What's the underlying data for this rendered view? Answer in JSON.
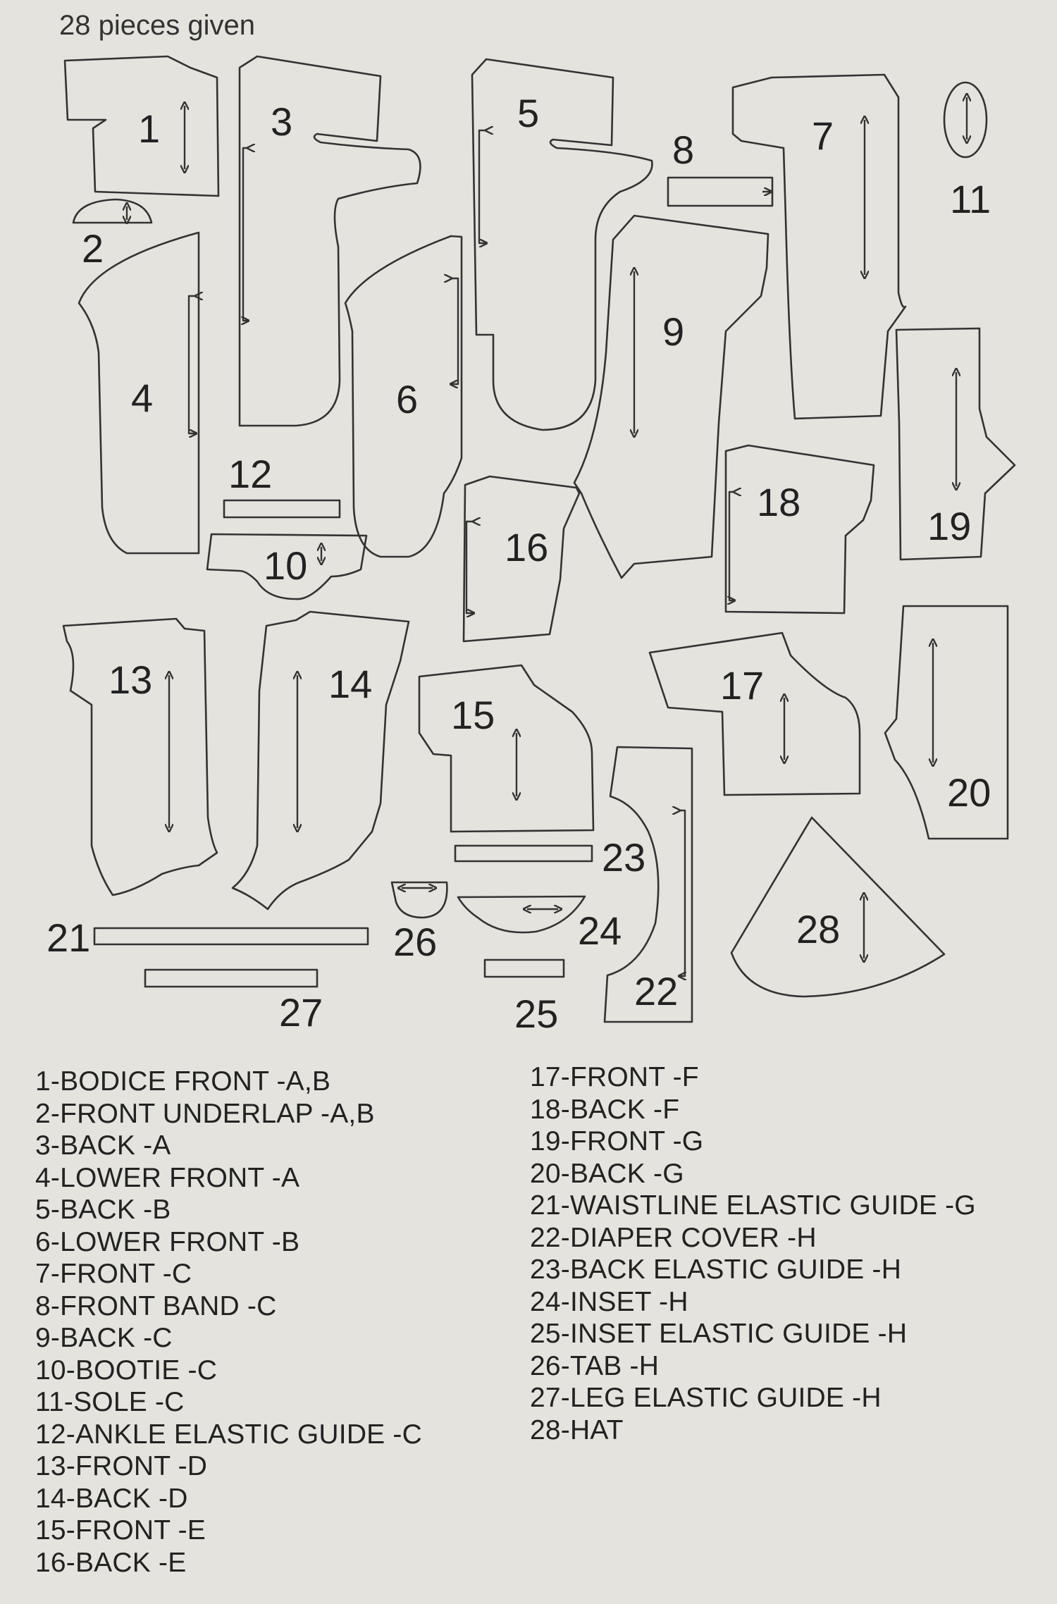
{
  "header": {
    "pieces_given": "28 pieces given"
  },
  "pieces": [
    {
      "id": "1",
      "label": "1"
    },
    {
      "id": "2",
      "label": "2"
    },
    {
      "id": "3",
      "label": "3"
    },
    {
      "id": "4",
      "label": "4"
    },
    {
      "id": "5",
      "label": "5"
    },
    {
      "id": "6",
      "label": "6"
    },
    {
      "id": "7",
      "label": "7"
    },
    {
      "id": "8",
      "label": "8"
    },
    {
      "id": "9",
      "label": "9"
    },
    {
      "id": "10",
      "label": "10"
    },
    {
      "id": "11",
      "label": "11"
    },
    {
      "id": "12",
      "label": "12"
    },
    {
      "id": "13",
      "label": "13"
    },
    {
      "id": "14",
      "label": "14"
    },
    {
      "id": "15",
      "label": "15"
    },
    {
      "id": "16",
      "label": "16"
    },
    {
      "id": "17",
      "label": "17"
    },
    {
      "id": "18",
      "label": "18"
    },
    {
      "id": "19",
      "label": "19"
    },
    {
      "id": "20",
      "label": "20"
    },
    {
      "id": "21",
      "label": "21"
    },
    {
      "id": "22",
      "label": "22"
    },
    {
      "id": "23",
      "label": "23"
    },
    {
      "id": "24",
      "label": "24"
    },
    {
      "id": "25",
      "label": "25"
    },
    {
      "id": "26",
      "label": "26"
    },
    {
      "id": "27",
      "label": "27"
    },
    {
      "id": "28",
      "label": "28"
    }
  ],
  "legend": {
    "left": [
      "1-BODICE FRONT -A,B",
      "2-FRONT UNDERLAP -A,B",
      "3-BACK -A",
      "4-LOWER FRONT -A",
      "5-BACK -B",
      "6-LOWER FRONT -B",
      "7-FRONT -C",
      "8-FRONT BAND -C",
      "9-BACK -C",
      "10-BOOTIE -C",
      "11-SOLE -C",
      "12-ANKLE ELASTIC GUIDE -C",
      "13-FRONT -D",
      "14-BACK -D",
      "15-FRONT -E",
      "16-BACK -E"
    ],
    "right": [
      "17-FRONT -F",
      "18-BACK -F",
      "19-FRONT -G",
      "20-BACK -G",
      "21-WAISTLINE ELASTIC GUIDE -G",
      "22-DIAPER COVER -H",
      "23-BACK ELASTIC GUIDE -H",
      "24-INSET -H",
      "25-INSET ELASTIC GUIDE -H",
      "26-TAB -H",
      "27-LEG ELASTIC GUIDE -H",
      "28-HAT"
    ]
  }
}
